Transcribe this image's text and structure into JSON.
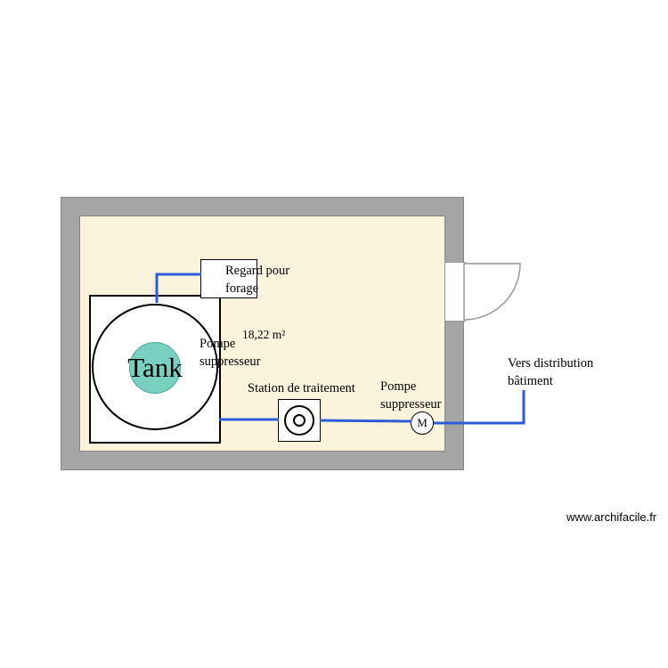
{
  "plan": {
    "room_area": "18,22 m²",
    "tank_label": "Tank",
    "borehole_label": "Regard pour forage",
    "booster_pump_left_label": "Pompe suppresseur",
    "treatment_station_label": "Station de traitement",
    "booster_pump_right_label": "Pompe suppresseur",
    "distribution_label": "Vers distribution bâtiment",
    "pump_symbol": "M"
  },
  "watermark": "www.archifacile.fr",
  "colors": {
    "wall": "#a5a5a5",
    "wall-border": "#868686",
    "floor": "#fcf3dd",
    "pipe": "#2c5dd8",
    "tank-fill": "#79cfc0",
    "tank-stroke": "#43ab9b"
  }
}
